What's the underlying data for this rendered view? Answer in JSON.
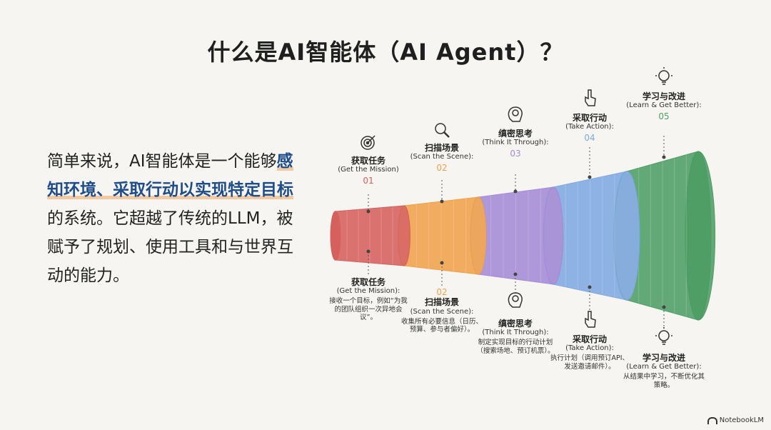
{
  "title": "什么是AI智能体（AI Agent）？",
  "intro": {
    "before": "简单来说，AI智能体是一个能够",
    "highlight": "感知环境、采取行动以实现特定目标",
    "after": "的系统。它超越了传统的LLM，被赋予了规划、使用工具和与世界互动的能力。"
  },
  "steps": [
    {
      "num": "01",
      "title": "获取任务",
      "en": "(Get the Mission)",
      "en_bottom": "(Get the Mission):",
      "desc": "接收一个目标，例如“为我的团队组织一次异地会议”。",
      "color": "#d6605c",
      "icon": "target-icon"
    },
    {
      "num": "02",
      "title": "扫描场景",
      "en": "(Scan the Scene):",
      "en_bottom": "(Scan the Scene):",
      "desc": "收集所有必要信息（日历、预算、参与者偏好）。",
      "color": "#f0a24a",
      "icon": "magnifier-icon"
    },
    {
      "num": "03",
      "title": "缜密思考",
      "en": "(Think It Through):",
      "en_bottom": "(Think It Through):",
      "desc": "制定实现目标的行动计划（搜索场地、预订机票）。",
      "color": "#a58bd6",
      "icon": "brain-icon"
    },
    {
      "num": "04",
      "title": "采取行动",
      "en": "(Take Action):",
      "en_bottom": "(Take Action):",
      "desc": "执行计划（调用预订API、发送邀请邮件）。",
      "color": "#7fa9e0",
      "icon": "hand-pointer-icon"
    },
    {
      "num": "05",
      "title": "学习与改进",
      "en": "(Learn & Get Better):",
      "en_bottom": "(Learn & Get Better):",
      "desc": "从结果中学习，不断优化其策略。",
      "color": "#4f9e66",
      "icon": "lightbulb-icon"
    }
  ],
  "brand": "NotebookLM"
}
